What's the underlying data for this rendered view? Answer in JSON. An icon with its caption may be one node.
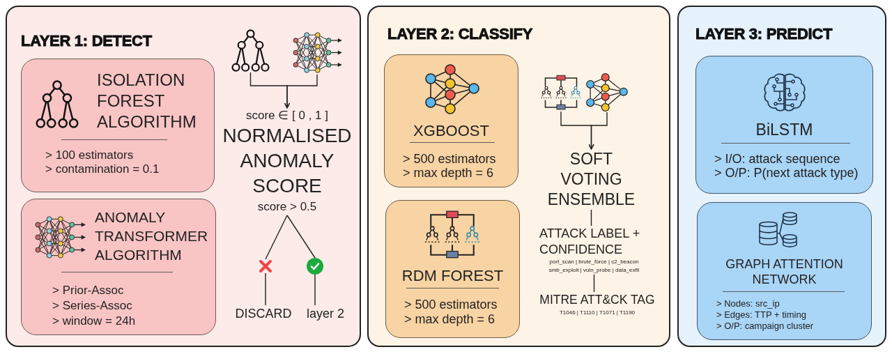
{
  "diagram": {
    "nodes": [
      {
        "text": [
          "LAYER 1: DETECT"
        ]
      },
      {
        "text": [
          "ISOLATION FOREST ALGORITHM",
          "> 100 estimators",
          "> contamination = 0.1"
        ],
        "in": 0
      },
      {
        "text": [
          "ANOMALY TRANSFORMER ALGORITHM",
          "> Prior-Assoc",
          "> Series-Assoc",
          "> window = 24h"
        ],
        "in": 0
      },
      {
        "text": [],
        "shape": "picture",
        "in": 0
      },
      {
        "text": [],
        "shape": "picture",
        "in": 0
      },
      {
        "text": [
          "score ∈ [ 0 , 1 ]",
          "NORMALISED ANOMALY SCORE",
          "score > 0.5"
        ],
        "in": 0
      },
      {
        "text": [],
        "shape": "picture",
        "in": 0
      },
      {
        "text": [],
        "shape": "picture",
        "in": 0
      },
      {
        "text": [
          "DISCARD"
        ],
        "in": 0
      },
      {
        "text": [
          "layer 2"
        ],
        "in": 0
      },
      {
        "text": [
          "LAYER 2: CLASSIFY"
        ]
      },
      {
        "text": [
          "XGBOOST",
          "> 500 estimators",
          "> max depth = 6"
        ],
        "in": 10
      },
      {
        "text": [
          "RDM FOREST",
          "> 500 estimators",
          "> max depth = 6"
        ],
        "in": 10
      },
      {
        "text": [],
        "shape": "picture",
        "in": 10
      },
      {
        "text": [],
        "shape": "picture",
        "in": 10
      },
      {
        "text": [
          "SOFT VOTING ENSEMBLE"
        ],
        "in": 10
      },
      {
        "text": [
          "ATTACK LABEL + CONFIDENCE",
          "port_scan | brute_force | c2_beacon smb_exploit | vuln_probe | data_exfil"
        ],
        "in": 10
      },
      {
        "text": [
          "MITRE ATT&CK TAG",
          "T1046 | T1110 | T1071 | T1190"
        ],
        "in": 10
      },
      {
        "text": [
          "LAYER 3: PREDICT"
        ]
      },
      {
        "text": [
          "BiLSTM",
          "> I/O: attack sequence",
          "> O/P: P(next attack type)"
        ],
        "in": 18
      },
      {
        "text": [
          "GRAPH ATTENTION NETWORK",
          "> Nodes: src_ip",
          "> Edges: TTP + timing",
          "> O/P: campaign cluster"
        ],
        "in": 18
      }
    ],
    "edges": [
      {
        "from": 3,
        "to": 5,
        "arrow": "to"
      },
      {
        "from": 4,
        "to": 5,
        "arrow": "to"
      },
      {
        "from": 5,
        "to": 6,
        "arrow": "none"
      },
      {
        "from": 5,
        "to": 7,
        "arrow": "none"
      },
      {
        "from": 6,
        "to": 8,
        "arrow": "none"
      },
      {
        "from": 7,
        "to": 9,
        "arrow": "none"
      },
      {
        "from": 13,
        "to": 15,
        "arrow": "to"
      },
      {
        "from": 14,
        "to": 15,
        "arrow": "to"
      },
      {
        "from": 15,
        "to": 16,
        "arrow": "none"
      },
      {
        "from": 16,
        "to": 17,
        "arrow": "none"
      }
    ]
  }
}
